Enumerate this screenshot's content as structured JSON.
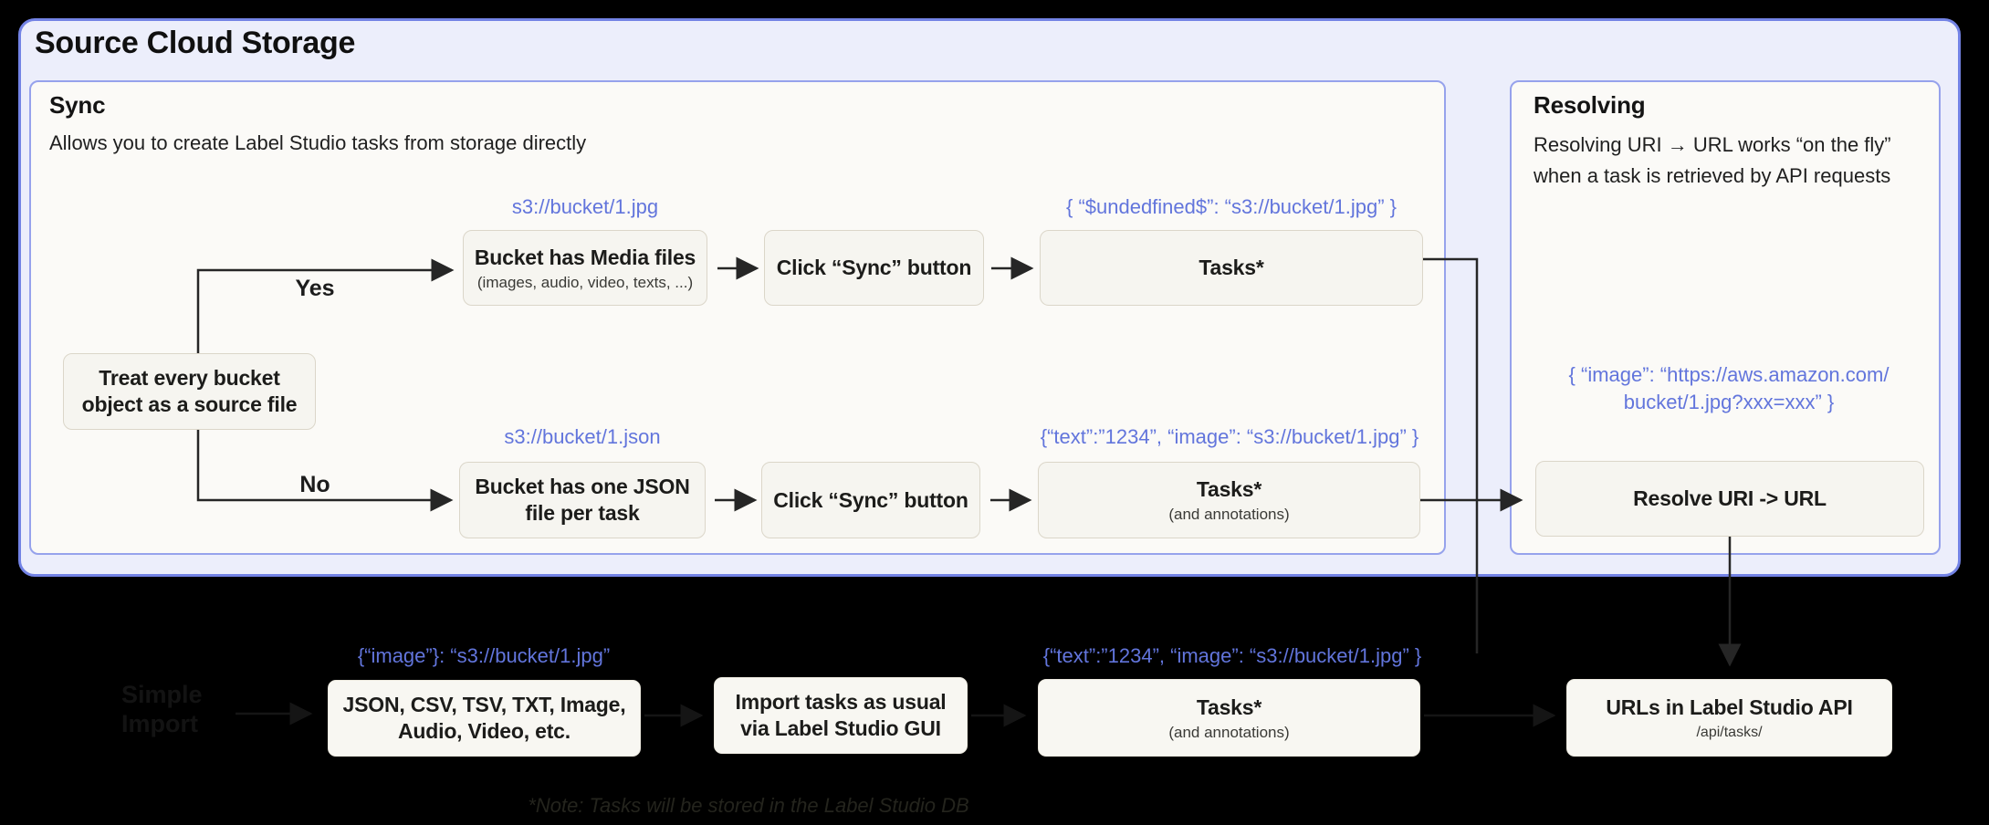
{
  "title": "Source Cloud Storage",
  "colors": {
    "background": "#000000",
    "outer_panel_fill": "#eceefb",
    "outer_panel_border": "#7383e5",
    "inner_panel_fill": "#fbfaf7",
    "inner_panel_border": "#96a2ec",
    "node_fill": "#f6f5f0",
    "node_border": "#dbd6c9",
    "accent_blue_text": "#6275dc",
    "connector": "#262626"
  },
  "sync": {
    "title": "Sync",
    "subtitle": "Allows you to create Label Studio tasks from storage directly",
    "decision_box": "Treat every bucket object as a source file",
    "yes_label": "Yes",
    "no_label": "No",
    "row_media": {
      "uri": "s3://bucket/1.jpg",
      "bucket_title": "Bucket has Media files",
      "bucket_sub": "(images, audio, video, texts, ...)",
      "sync_button": "Click “Sync” button",
      "task_json": "{ “$undedfined$”: “s3://bucket/1.jpg” }",
      "tasks_title": "Tasks*"
    },
    "row_json": {
      "uri": "s3://bucket/1.json",
      "bucket_title": "Bucket has one JSON file per task",
      "sync_button": "Click “Sync” button",
      "task_json": "{“text”:”1234”,  “image”: “s3://bucket/1.jpg” }",
      "tasks_title": "Tasks*",
      "tasks_sub": "(and annotations)"
    }
  },
  "resolving": {
    "title": "Resolving",
    "description": "Resolving URI → URL works “on the fly” when a task is retrieved by API requests",
    "result_json_line1": "{ “image”: “https://aws.amazon.com/",
    "result_json_line2": "bucket/1.jpg?xxx=xxx” }",
    "resolve_box": "Resolve URI -> URL"
  },
  "bottom": {
    "simple_import": "Simple Import",
    "formats_json": "{“image”}: “s3://bucket/1.jpg”",
    "formats_box": "JSON, CSV, TSV, TXT, Image, Audio, Video, etc.",
    "gui_box": "Import tasks as usual via Label Studio GUI",
    "tasks_json": "{“text”:”1234”,  “image”: “s3://bucket/1.jpg” }",
    "tasks_title": "Tasks*",
    "tasks_sub": "(and annotations)",
    "api_title": "URLs in Label Studio API",
    "api_sub": "/api/tasks/",
    "note": "*Note: Tasks will be stored in the Label Studio DB"
  }
}
